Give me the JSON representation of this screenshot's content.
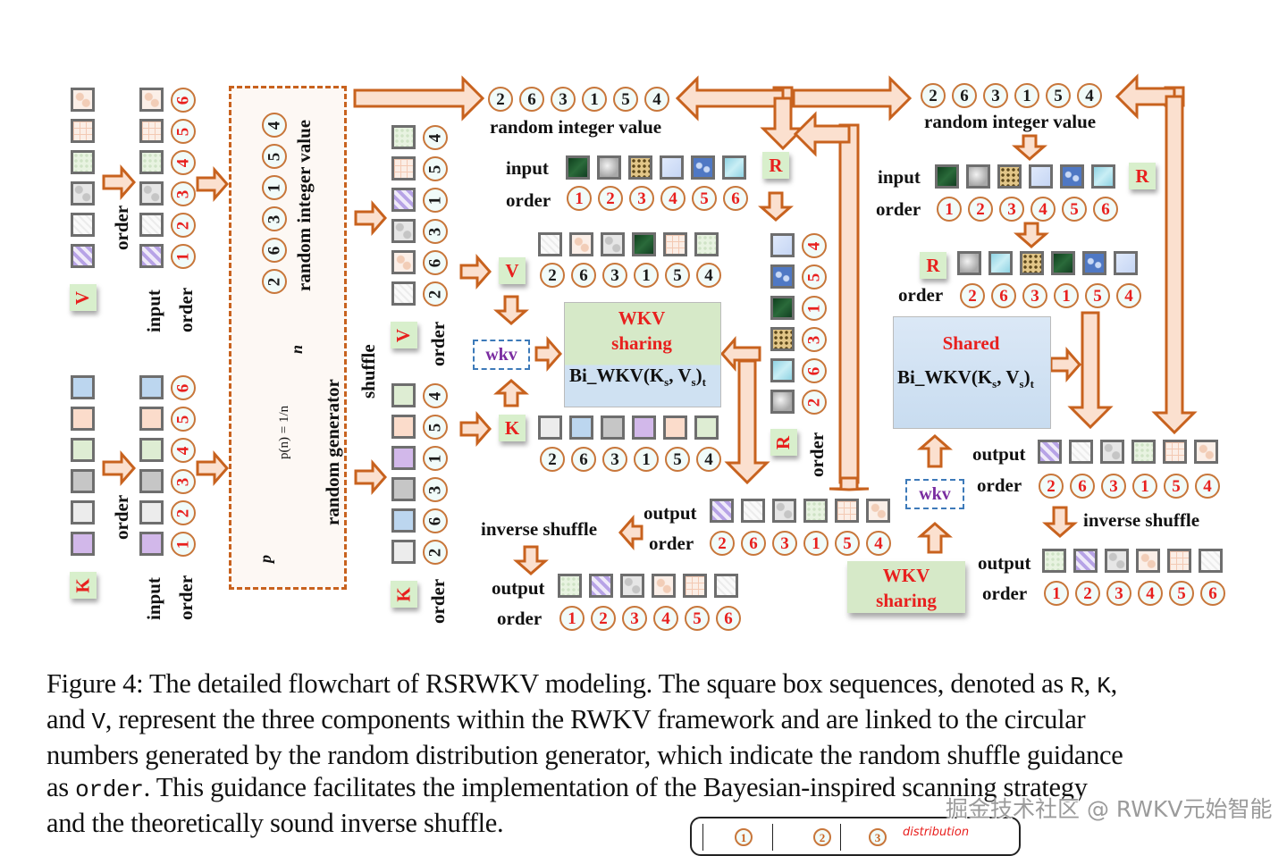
{
  "figure": {
    "labels": {
      "input": "input",
      "order": "order",
      "output": "output",
      "random_integer_value": "random integer value",
      "random_generator": "random generator",
      "shuffle": "shuffle",
      "inverse_shuffle": "inverse shuffle",
      "wkv": "wkv",
      "wkv_sharing_line1": "WKV",
      "wkv_sharing_line2": "sharing",
      "shared": "Shared",
      "bi_wkv": "Bi_WKV(K",
      "bi_wkv_sub_s": "s",
      "bi_wkv_mid": ", V",
      "bi_wkv_end": ")",
      "bi_wkv_sub_t": "t",
      "prob_formula": "p(n) = 1/n",
      "axis_p": "p",
      "axis_n": "n"
    },
    "components": {
      "R": "R",
      "K": "K",
      "V": "V"
    },
    "random_integer_value": [
      "2",
      "6",
      "3",
      "1",
      "5",
      "4"
    ],
    "natural_order": [
      "1",
      "2",
      "3",
      "4",
      "5",
      "6"
    ],
    "shuffled_order": [
      "2",
      "6",
      "3",
      "1",
      "5",
      "4"
    ],
    "rotated_shuffle_order": [
      "4",
      "5",
      "1",
      "3",
      "6",
      "2"
    ],
    "colors": {
      "arrow_stroke": "#c8621e",
      "arrow_fill": "#fbe0cf",
      "circle_border": "#c8763a",
      "circle_fill": "#f1fbf9",
      "order_red": "#e8201e",
      "tag_green": "#d8efcc",
      "wkv_dash": "#3d7ab9",
      "wkv_purple": "#7a2ca0",
      "shared_blue": "#d6e6f5"
    },
    "swatches": {
      "V": [
        "purple-stripes",
        "white-diagonal",
        "gray-circles",
        "green-dots",
        "peach-grid",
        "peach-floral"
      ],
      "K": [
        "purple",
        "light-gray",
        "gray",
        "light-green",
        "peach",
        "light-blue"
      ],
      "R": [
        "dark-green-marble",
        "silver-marble",
        "gold-mosaic",
        "pale-blue",
        "blue-marble",
        "cyan-glass"
      ]
    }
  },
  "caption": {
    "line1_a": "Figure 4: The detailed flowchart of RSRWKV modeling. The square box sequences, denoted as ",
    "line1_R": "R",
    "line1_b": ", ",
    "line1_K": "K",
    "line1_c": ",",
    "line2_a": "and ",
    "line2_V": "V",
    "line2_b": ", represent the three components within the RWKV framework and are linked to the circular",
    "line3": "numbers generated by the random distribution generator, which indicate the random shuffle guidance",
    "line4_a": "as ",
    "line4_code": "order",
    "line4_b": ". This guidance facilitates the implementation of the Bayesian-inspired scanning strategy",
    "line5": "and the theoretically sound inverse shuffle."
  },
  "next_figure_peek": {
    "markers": [
      "1",
      "2",
      "3"
    ],
    "annotation": "distribution"
  },
  "watermark": "掘金技术社区 @ RWKV元始智能"
}
